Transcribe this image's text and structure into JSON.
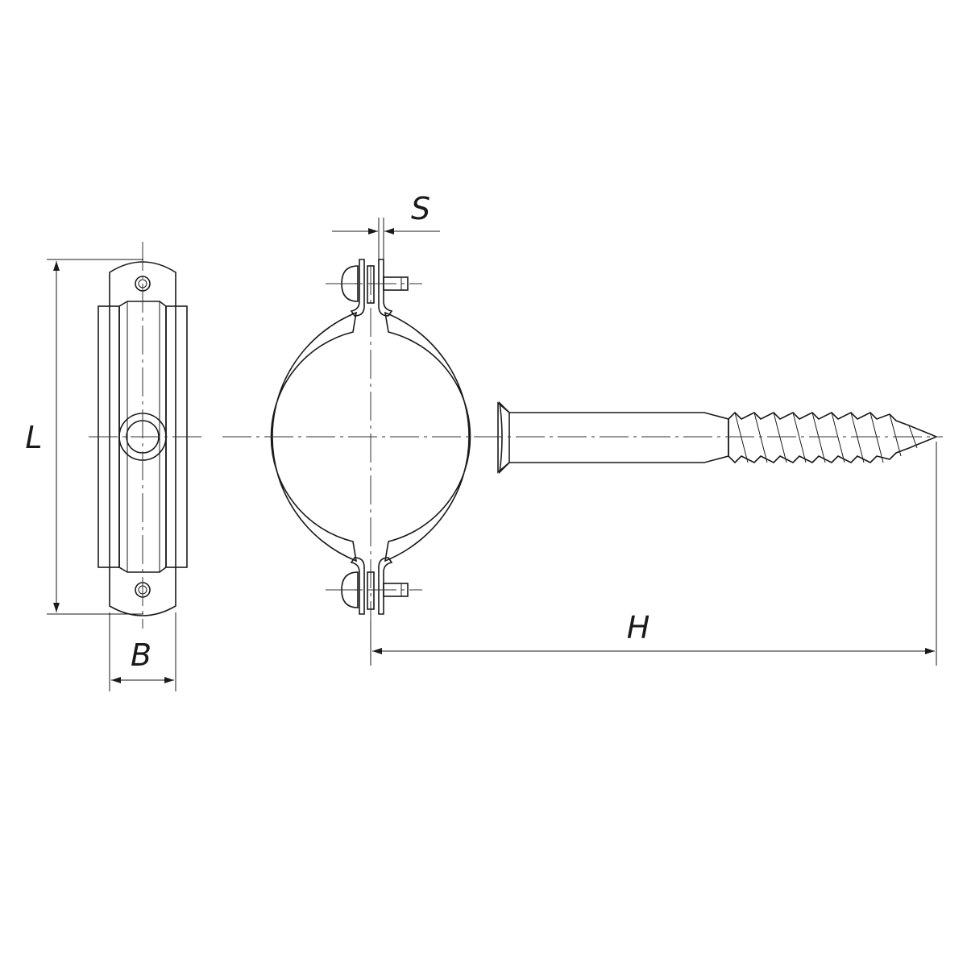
{
  "dimensions": {
    "length_label": "L",
    "width_label": "B",
    "height_label": "H",
    "thickness_label": "S"
  },
  "colors": {
    "line": "#1a1a1a",
    "metal_light": "#eaf4fc",
    "metal_blue": "#b9dcf6",
    "rubber_light": "#f2f2f2",
    "rubber_dark": "#c9c9c9",
    "background": "#ffffff"
  }
}
